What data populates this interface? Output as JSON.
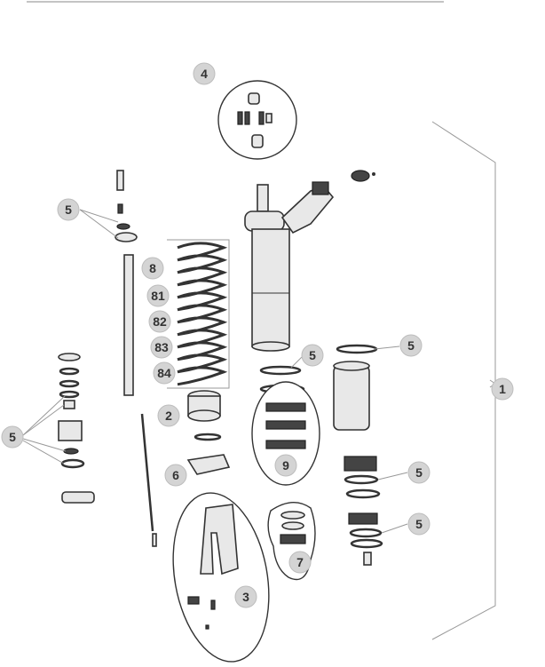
{
  "callouts": {
    "part_4": "4",
    "part_5_top_left": "5",
    "part_8": "8",
    "part_81": "81",
    "part_82": "82",
    "part_83": "83",
    "part_84": "84",
    "part_2": "2",
    "part_6": "6",
    "part_3": "3",
    "part_9": "9",
    "part_7": "7",
    "part_5_center": "5",
    "part_5_right_top": "5",
    "part_5_right_mid": "5",
    "part_5_right_low": "5",
    "part_5_left": "5",
    "part_1": "1"
  }
}
